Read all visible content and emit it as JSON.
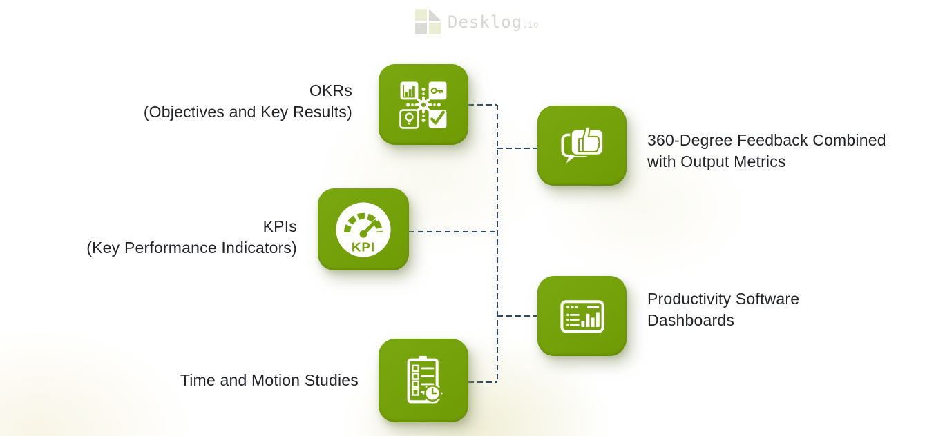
{
  "watermark": {
    "brand": "Desklog",
    "suffix": ".io"
  },
  "colors": {
    "node_green": "#76A30B",
    "connector_navy": "#2B4865",
    "label_text": "#1F2126",
    "watermark_gray": "#D6D6D1",
    "watermark_pale_green": "#ECEFD4"
  },
  "items": {
    "okrs": {
      "line1": "OKRs",
      "line2": "(Objectives and Key Results)",
      "icon": "okr-network-icon"
    },
    "kpis": {
      "line1": "KPIs",
      "line2": "(Key Performance Indicators)",
      "icon": "kpi-gauge-icon"
    },
    "time_motion": {
      "line1": "Time and Motion Studies",
      "icon": "checklist-clock-icon"
    },
    "feedback": {
      "line1": "360-Degree Feedback Combined",
      "line2": "with Output Metrics",
      "icon": "feedback-thumbs-up-icon"
    },
    "dashboards": {
      "line1": "Productivity Software",
      "line2": "Dashboards",
      "icon": "dashboard-window-icon"
    }
  },
  "kpi_icon_text": "KPI"
}
